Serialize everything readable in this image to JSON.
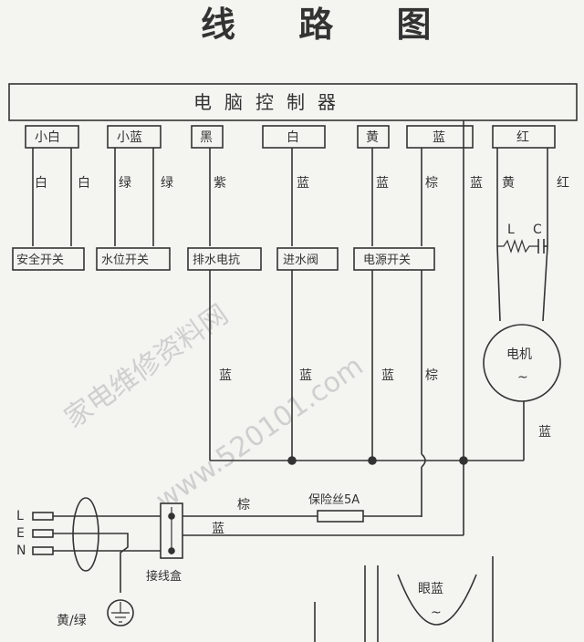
{
  "title": "线 路 图",
  "controller": "电脑控制器",
  "connectors": [
    "小白",
    "小蓝",
    "黑",
    "白",
    "黄",
    "蓝",
    "红"
  ],
  "wire_colors": {
    "white": "白",
    "green": "绿",
    "purple": "紫",
    "blue": "蓝",
    "brown": "棕",
    "yellow": "黄",
    "red": "红"
  },
  "components": {
    "safety_switch": "安全开关",
    "water_level_switch": "水位开关",
    "drain_valve": "排水电抗",
    "inlet_valve": "进水阀",
    "power_switch": "电源开关",
    "motor": "电机",
    "motor_symbol": "~",
    "capacitor_l": "L",
    "capacitor_c": "C",
    "fuse": "保险丝5A",
    "junction_box": "接线盒",
    "earth": "黄/绿",
    "partial_component": "眼蓝",
    "partial_symbol": "~"
  },
  "mains": [
    "L",
    "E",
    "N"
  ],
  "watermarks": [
    "家电维修资料网",
    "www.520101.com"
  ]
}
